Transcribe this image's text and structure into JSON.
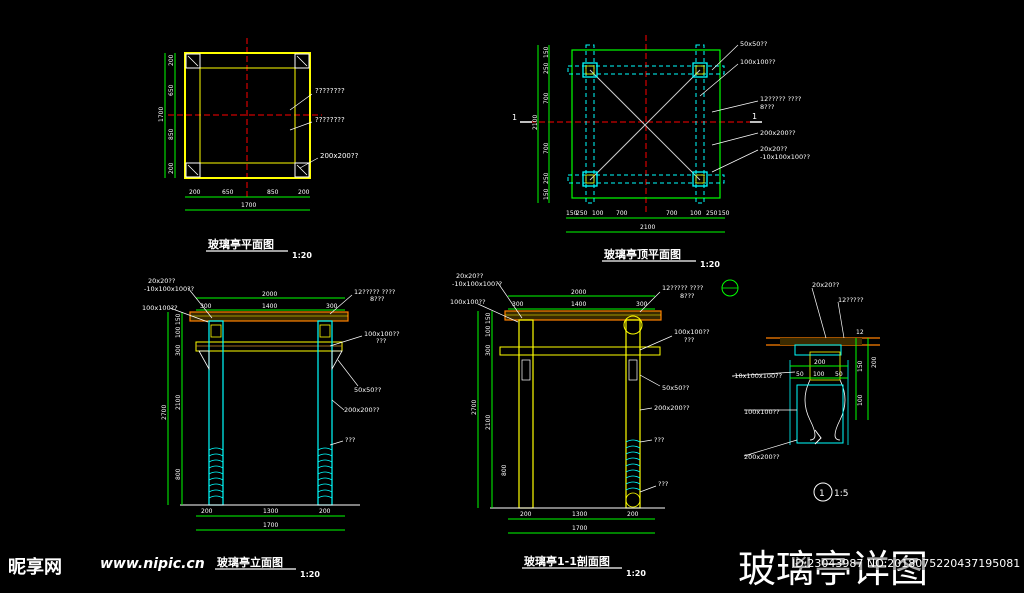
{
  "drawings": {
    "floor_plan": {
      "title": "玻璃亭平面图",
      "scale": "1:20",
      "dims_bottom": [
        "200",
        "650",
        "850",
        "200"
      ],
      "dims_total": "1700",
      "dims_left": [
        "200",
        "650",
        "850",
        "200"
      ],
      "dim_left_total": "1700",
      "callouts": [
        "????????",
        "????????",
        "200x200??"
      ]
    },
    "roof_plan": {
      "title": "玻璃亭顶平面图",
      "scale": "1:20",
      "dims_bottom": [
        "150",
        "250",
        "100",
        "700",
        "700",
        "100",
        "250",
        "150"
      ],
      "dims_total": "2100",
      "dims_left": [
        "150",
        "250",
        "700",
        "700",
        "250",
        "150"
      ],
      "dim_left_total": "2100",
      "section_mark": "1",
      "callouts": [
        "50x50??",
        "100x100??",
        "12????? ????",
        "8???",
        "200x200??",
        "20x20??",
        "-10x100x100??"
      ]
    },
    "elevation": {
      "title": "玻璃亭立面图",
      "scale": "1:20",
      "dims_top": [
        "2000",
        "1400",
        "300",
        "300"
      ],
      "dims_bottom": [
        "200",
        "1300",
        "200"
      ],
      "dims_total": "1700",
      "dims_left": [
        "150",
        "100",
        "300",
        "2100",
        "800",
        "2700"
      ],
      "callouts": [
        "20x20??",
        "-10x100x100??",
        "100x100??",
        "12????? ????",
        "8???",
        "100x100??",
        "???",
        "50x50??",
        "200x200??",
        "???"
      ]
    },
    "section": {
      "title": "玻璃亭1-1剖面图",
      "scale": "1:20",
      "dims_top": [
        "2000",
        "1400",
        "300",
        "300"
      ],
      "dims_bottom": [
        "200",
        "1300",
        "200"
      ],
      "dims_total": "1700",
      "dims_left": [
        "150",
        "100",
        "300",
        "2100",
        "800",
        "2700"
      ],
      "callouts": [
        "20x20??",
        "-10x100x100??",
        "100x100??",
        "12????? ????",
        "8???",
        "100x100??",
        "???",
        "50x50??",
        "200x200??",
        "???",
        "???"
      ]
    },
    "detail": {
      "number": "1",
      "scale": "1:5",
      "dims": [
        "200",
        "50",
        "100",
        "50",
        "150",
        "100",
        "12",
        "200"
      ],
      "callouts": [
        "20x20??",
        "12?????",
        "-10x100x100??",
        "100x100??",
        "200x200??"
      ]
    }
  },
  "watermark": {
    "logo": "昵享网",
    "url": "www.nipic.cn",
    "big_title": "玻璃亭详图",
    "id_text": "ID:23043987 NO:20180752204371950​81"
  },
  "colors": {
    "background": "#000000",
    "column_yellow": "#ffff00",
    "cyan": "#00ffff",
    "red_axis": "#ff0000",
    "green": "#00ff00",
    "white": "#ffffff",
    "orange_beam": "#ff8000",
    "beam_brown": "#d28a28"
  }
}
